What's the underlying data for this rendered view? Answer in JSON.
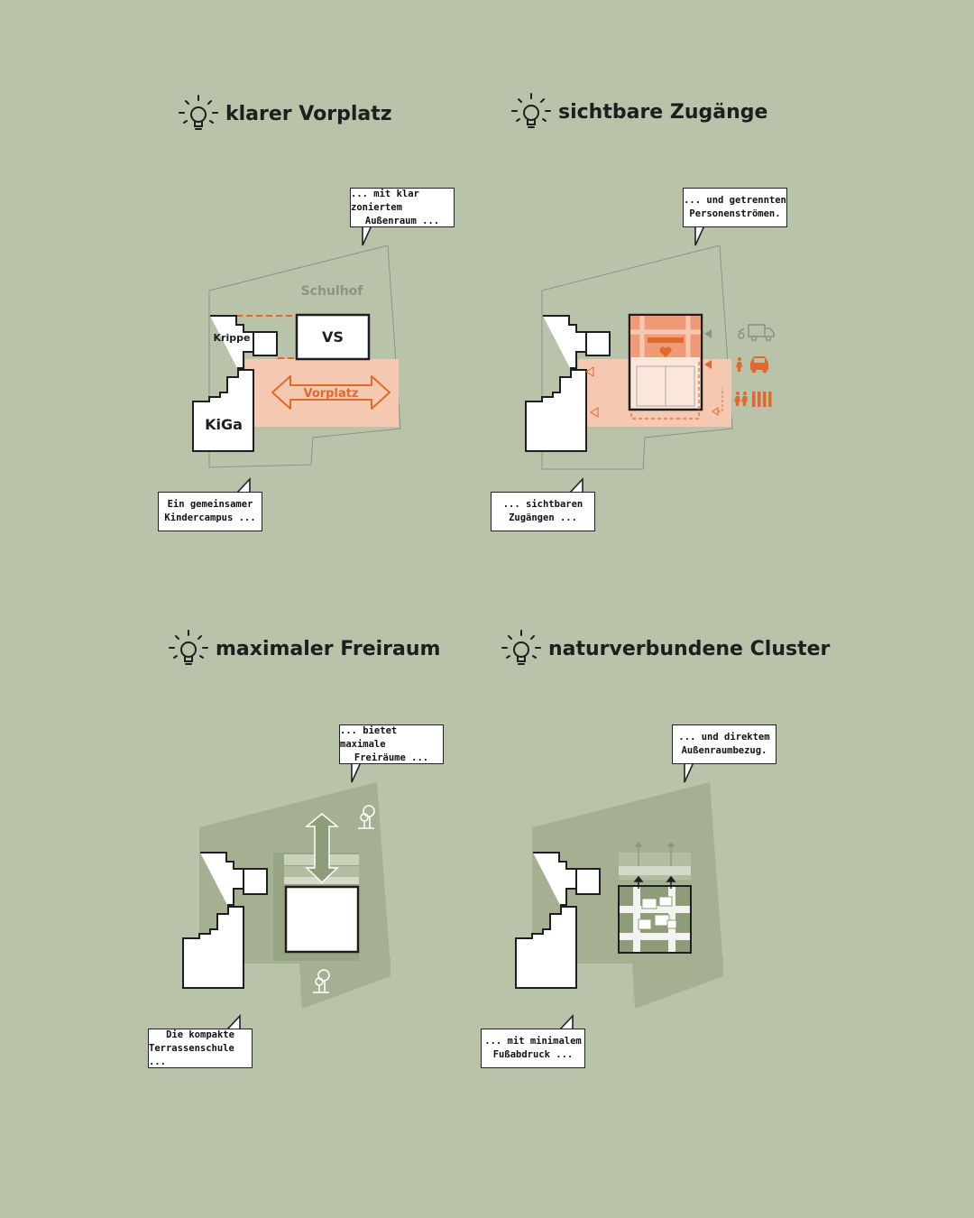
{
  "panels": [
    {
      "title": "klarer Vorplatz",
      "bubble_top": [
        "... mit klar zoniertem",
        "Außenraum ..."
      ],
      "bubble_bottom": [
        "Ein gemeinsamer",
        "Kindercampus ..."
      ],
      "labels": {
        "schulhof": "Schulhof",
        "krippe": "Krippe",
        "vs": "VS",
        "kiga": "KiGa",
        "vorplatz": "Vorplatz"
      }
    },
    {
      "title": "sichtbare Zugänge",
      "bubble_top": [
        "... und getrennten",
        "Personenströmen."
      ],
      "bubble_bottom": [
        "... sichtbaren",
        "Zugängen ..."
      ]
    },
    {
      "title": "maximaler Freiraum",
      "bubble_top": [
        "... bietet maximale",
        "Freiräume ..."
      ],
      "bubble_bottom": [
        "Die kompakte",
        "Terrassenschule ..."
      ]
    },
    {
      "title": "naturverbundene Cluster",
      "bubble_top": [
        "... und direktem",
        "Außenraumbezug."
      ],
      "bubble_bottom": [
        "... mit minimalem",
        "Fußabdruck ..."
      ]
    }
  ],
  "icons": [
    "lightbulb-icon",
    "delivery-van-icon",
    "car-icon",
    "pedestrian-icon",
    "crosswalk-icon",
    "heart-icon",
    "tree-icon"
  ],
  "colors": {
    "background": "#b9c3aa",
    "accent": "#e06a2c",
    "accent_fill": "#f5c8b2",
    "dark_green": "#8e9c7a",
    "outline": "#1e1e1e"
  }
}
